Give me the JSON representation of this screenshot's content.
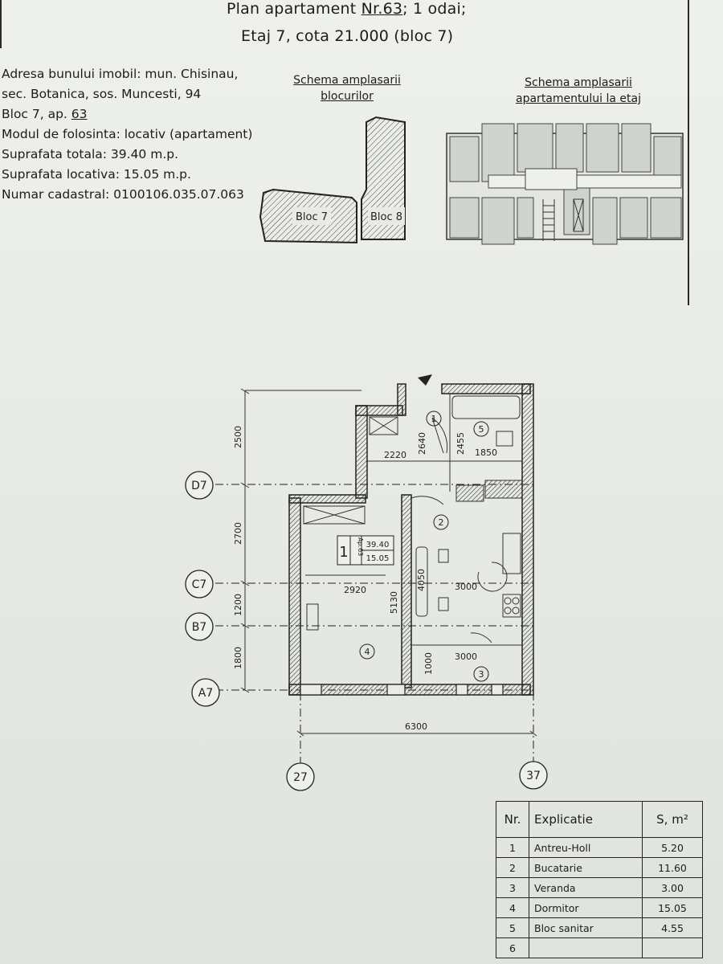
{
  "header": {
    "line1_prefix": "Plan apartament",
    "line1_number": "Nr.63",
    "line1_suffix": "; 1 odai;",
    "line2": "Etaj 7, cota 21.000 (bloc 7)"
  },
  "info": {
    "address_1": "Adresa bunului imobil: mun. Chisinau,",
    "address_2": "sec. Botanica, sos. Muncesti, 94",
    "bloc_prefix": "Bloc 7, ap.",
    "apartment": "63",
    "usage": "Modul de folosinta: locativ (apartament)",
    "total_area": "Suprafata totala: 39.40 m.p.",
    "living_area": "Suprafata locativa: 15.05 m.p.",
    "cadastral": "Numar cadastral: 0100106.035.07.063"
  },
  "schema_blocks": {
    "title_1": "Schema amplasarii",
    "title_2": "blocurilor",
    "block_a": "Bloc 7",
    "block_b": "Bloc 8"
  },
  "schema_floor": {
    "title_1": "Schema amplasarii",
    "title_2": "apartamentului la etaj"
  },
  "plan": {
    "axes": {
      "D": "D7",
      "C": "C7",
      "B": "B7",
      "A": "A7",
      "col2": "27",
      "col3": "37"
    },
    "dims": {
      "d2500": "2500",
      "d2700": "2700",
      "d1200": "1200",
      "d1800": "1800",
      "d2640": "2640",
      "d2455": "2455",
      "d2220": "2220",
      "d1850": "1850",
      "d2920": "2920",
      "d5130": "5130",
      "d4050": "4050",
      "d3000a": "3000",
      "d3000b": "3000",
      "d1000": "1000",
      "d6300": "6300"
    },
    "rooms": {
      "r1": "1",
      "r2": "2",
      "r3": "3",
      "r4": "4",
      "r5": "5"
    },
    "stamp": {
      "num": "1",
      "ap": "Ap.63",
      "total": "39.40",
      "living": "15.05"
    }
  },
  "legend": {
    "headers": [
      "Nr.",
      "Explicatie",
      "S, m²"
    ],
    "rows": [
      {
        "nr": "1",
        "name": "Antreu-Holl",
        "area": "5.20"
      },
      {
        "nr": "2",
        "name": "Bucatarie",
        "area": "11.60"
      },
      {
        "nr": "3",
        "name": "Veranda",
        "area": "3.00"
      },
      {
        "nr": "4",
        "name": "Dormitor",
        "area": "15.05"
      },
      {
        "nr": "5",
        "name": "Bloc sanitar",
        "area": "4.55"
      },
      {
        "nr": "6",
        "name": "",
        "area": ""
      }
    ]
  }
}
